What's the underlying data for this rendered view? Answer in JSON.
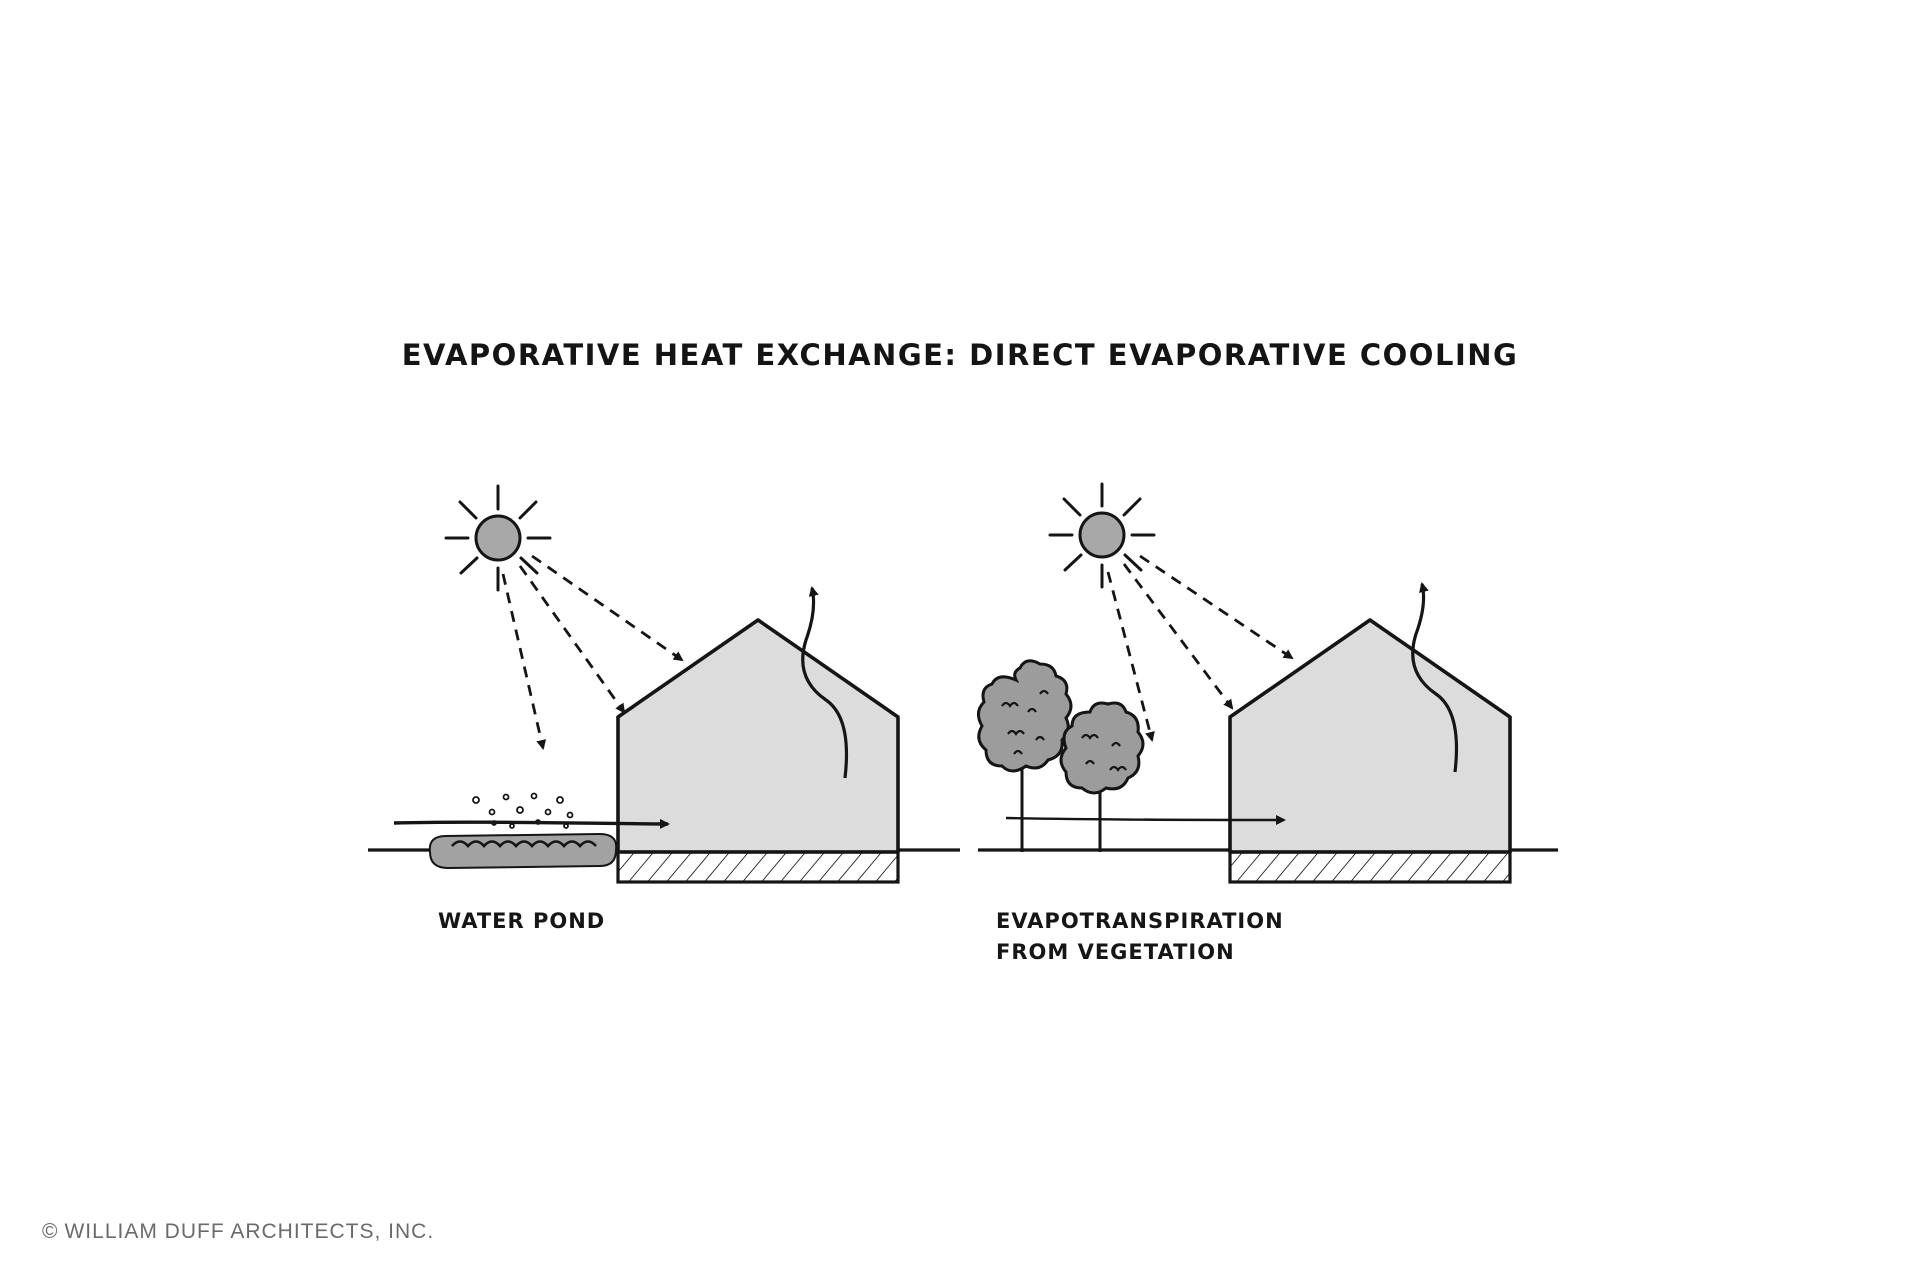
{
  "title": "EVAPORATIVE HEAT EXCHANGE: DIRECT EVAPORATIVE COOLING",
  "panels": [
    {
      "label_lines": [
        "WATER POND"
      ]
    },
    {
      "label_lines": [
        "EVAPOTRANSPIRATION",
        "FROM VEGETATION"
      ]
    }
  ],
  "copyright": {
    "symbol": "©",
    "text": "WILLIAM DUFF ARCHITECTS, INC."
  },
  "colors": {
    "ink": "#151515",
    "fill": "#dcdcdc",
    "sun": "#a8a8a8",
    "foliage": "#9c9c9c",
    "water": "#a2a2a2",
    "copyright": "#6a6a6a"
  }
}
